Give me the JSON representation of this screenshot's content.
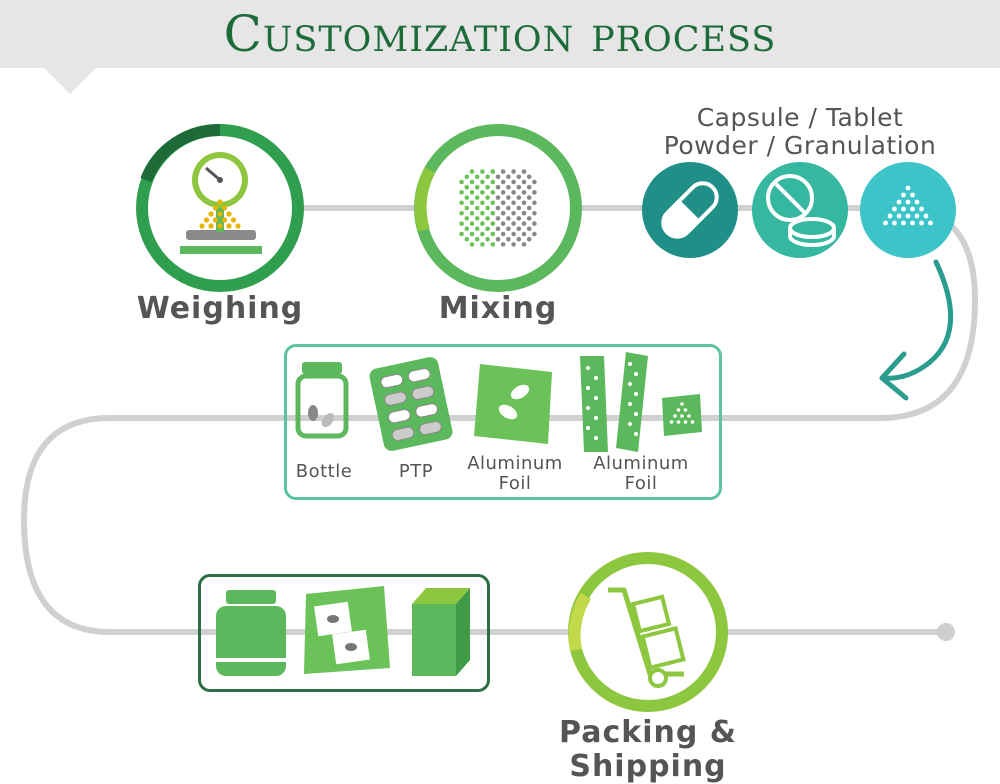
{
  "title": "Customization process",
  "steps": {
    "weighing": "Weighing",
    "mixing": "Mixing",
    "packing_shipping": "Packing & Shipping"
  },
  "dosage_forms": {
    "line1": "Capsule / Tablet",
    "line2": "Powder / Granulation"
  },
  "packaging": {
    "bottle": "Bottle",
    "ptp": "PTP",
    "foil1_line1": "Aluminum",
    "foil1_line2": "Foil",
    "foil2_line1": "Aluminum",
    "foil2_line2": "Foil"
  },
  "colors": {
    "dark_green": "#1e6b3a",
    "green": "#5cb85c",
    "light_green": "#8dc63f",
    "teal": "#2a9d8f",
    "teal_light": "#3cc4b0",
    "path_gray": "#d0d0d0"
  },
  "icons": [
    "scale-icon",
    "mixing-dots-icon",
    "capsule-icon",
    "tablet-icon",
    "powder-icon",
    "bottle-icon",
    "blister-pack-icon",
    "foil-sachet-icon",
    "stick-pack-icon",
    "box-icon",
    "hand-truck-icon"
  ]
}
